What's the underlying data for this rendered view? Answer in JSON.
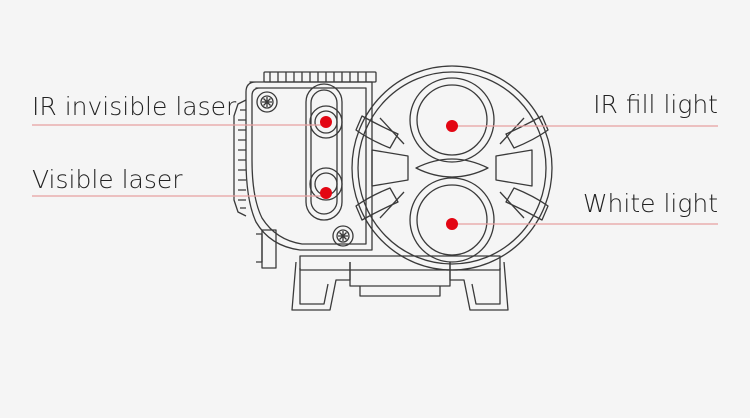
{
  "labels": {
    "ir_invisible_laser": "IR invisible laser",
    "visible_laser": "Visible laser",
    "ir_fill_light": "IR fill light",
    "white_light": "White light"
  },
  "colors": {
    "background": "#f5f5f5",
    "outline": "#3a3a3a",
    "marker": "#e30613",
    "leader": "#e8a0a0"
  }
}
